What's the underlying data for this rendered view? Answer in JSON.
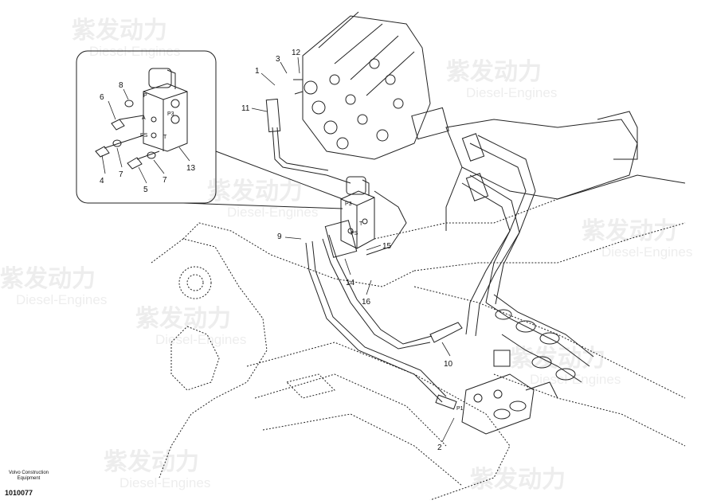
{
  "watermark": {
    "cn": "紫发动力",
    "en": "Diesel-Engines"
  },
  "callouts": [
    "1",
    "2",
    "3",
    "4",
    "5",
    "6",
    "7",
    "7",
    "8",
    "9",
    "10",
    "11",
    "12",
    "13",
    "14",
    "15",
    "16"
  ],
  "valve_labels": {
    "p3": "P3",
    "a": "A",
    "ps": "PS",
    "t": "T",
    "p": "P",
    "p1": "P1"
  },
  "footer": {
    "brand_line1": "Volvo Construction",
    "brand_line2": "Equipment",
    "code": "1010077"
  }
}
